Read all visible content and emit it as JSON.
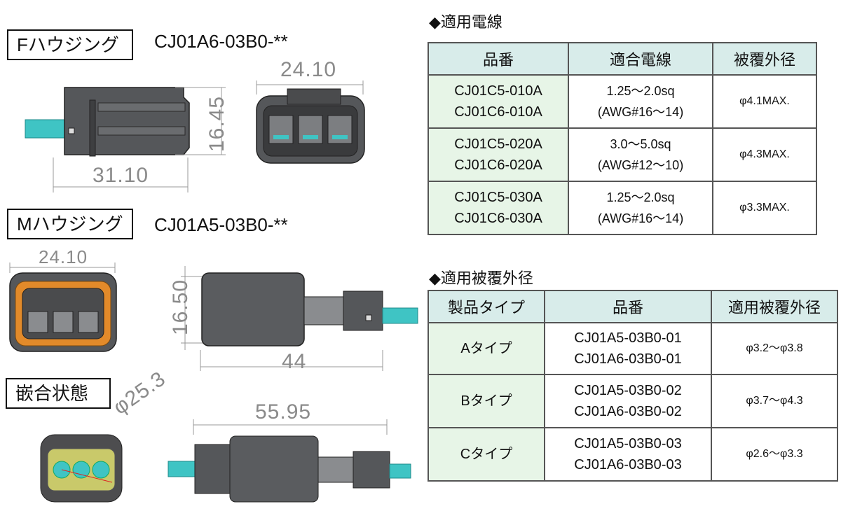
{
  "f_housing": {
    "label": "Fハウジング",
    "part": "CJ01A6-03B0-**",
    "dim_width": "24.10",
    "dim_height": "16.45",
    "dim_length": "31.10"
  },
  "m_housing": {
    "label": "Mハウジング",
    "part": "CJ01A5-03B0-**",
    "dim_width": "24.10",
    "dim_height": "16.50",
    "dim_length": "44"
  },
  "mated": {
    "label": "嵌合状態",
    "dim_dia": "φ25.3",
    "dim_length": "55.95"
  },
  "wire_table": {
    "title": "◆適用電線",
    "headers": [
      "品番",
      "適合電線",
      "被覆外径"
    ],
    "rows": [
      {
        "part1": "CJ01C5-010A",
        "part2": "CJ01C6-010A",
        "wire1": "1.25～2.0sq",
        "wire2": "(AWG#16～14)",
        "od": "φ4.1MAX."
      },
      {
        "part1": "CJ01C5-020A",
        "part2": "CJ01C6-020A",
        "wire1": "3.0～5.0sq",
        "wire2": "(AWG#12～10)",
        "od": "φ4.3MAX."
      },
      {
        "part1": "CJ01C5-030A",
        "part2": "CJ01C6-030A",
        "wire1": "1.25～2.0sq",
        "wire2": "(AWG#16～14)",
        "od": "φ3.3MAX."
      }
    ]
  },
  "od_table": {
    "title": "◆適用被覆外径",
    "headers": [
      "製品タイプ",
      "品番",
      "適用被覆外径"
    ],
    "rows": [
      {
        "type": "Aタイプ",
        "part1": "CJ01A5-03B0-01",
        "part2": "CJ01A6-03B0-01",
        "od": "φ3.2～φ3.8"
      },
      {
        "type": "Bタイプ",
        "part1": "CJ01A5-03B0-02",
        "part2": "CJ01A6-03B0-02",
        "od": "φ3.7～φ4.3"
      },
      {
        "type": "Cタイプ",
        "part1": "CJ01A5-03B0-03",
        "part2": "CJ01A6-03B0-03",
        "od": "φ2.6～φ3.3"
      }
    ]
  },
  "colors": {
    "housing": "#4d4d4f",
    "cable": "#3fc4c4",
    "seal": "#e28a2a",
    "mated_face": "#c9c96a",
    "header_bg": "#d8ecea",
    "cell_bg": "#e7f5e7"
  }
}
